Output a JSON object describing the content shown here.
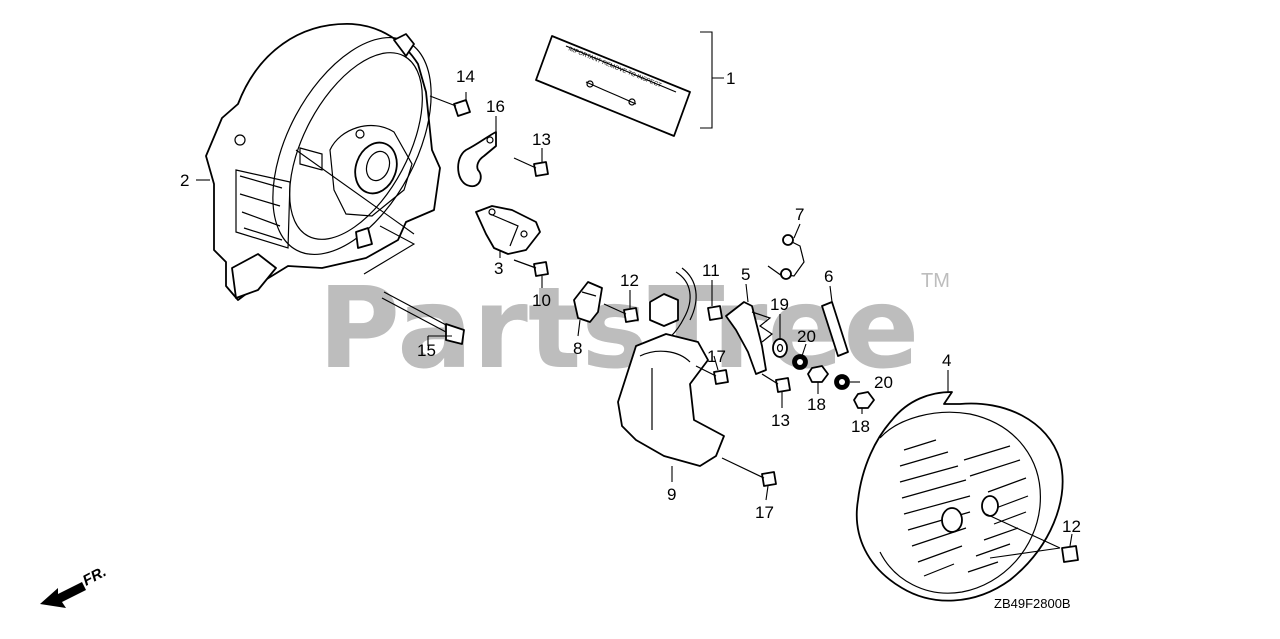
{
  "watermark": {
    "text": "PartsTree",
    "trademark": "TM"
  },
  "diagram_code": "ZB49F2800B",
  "front_indicator": "FR.",
  "label_text": "IMPORTANT REMOVE TO INSPECT",
  "callouts": {
    "c1": "1",
    "c2": "2",
    "c3": "3",
    "c4": "4",
    "c5": "5",
    "c6": "6",
    "c7": "7",
    "c8": "8",
    "c9": "9",
    "c10": "10",
    "c11": "11",
    "c12a": "12",
    "c12b": "12",
    "c13a": "13",
    "c13b": "13",
    "c14": "14",
    "c15": "15",
    "c16": "16",
    "c17a": "17",
    "c17b": "17",
    "c18a": "18",
    "c18b": "18",
    "c19": "19",
    "c20a": "20",
    "c20b": "20"
  },
  "colors": {
    "line": "#000000",
    "watermark": "#bdbdbd",
    "background": "#ffffff"
  }
}
